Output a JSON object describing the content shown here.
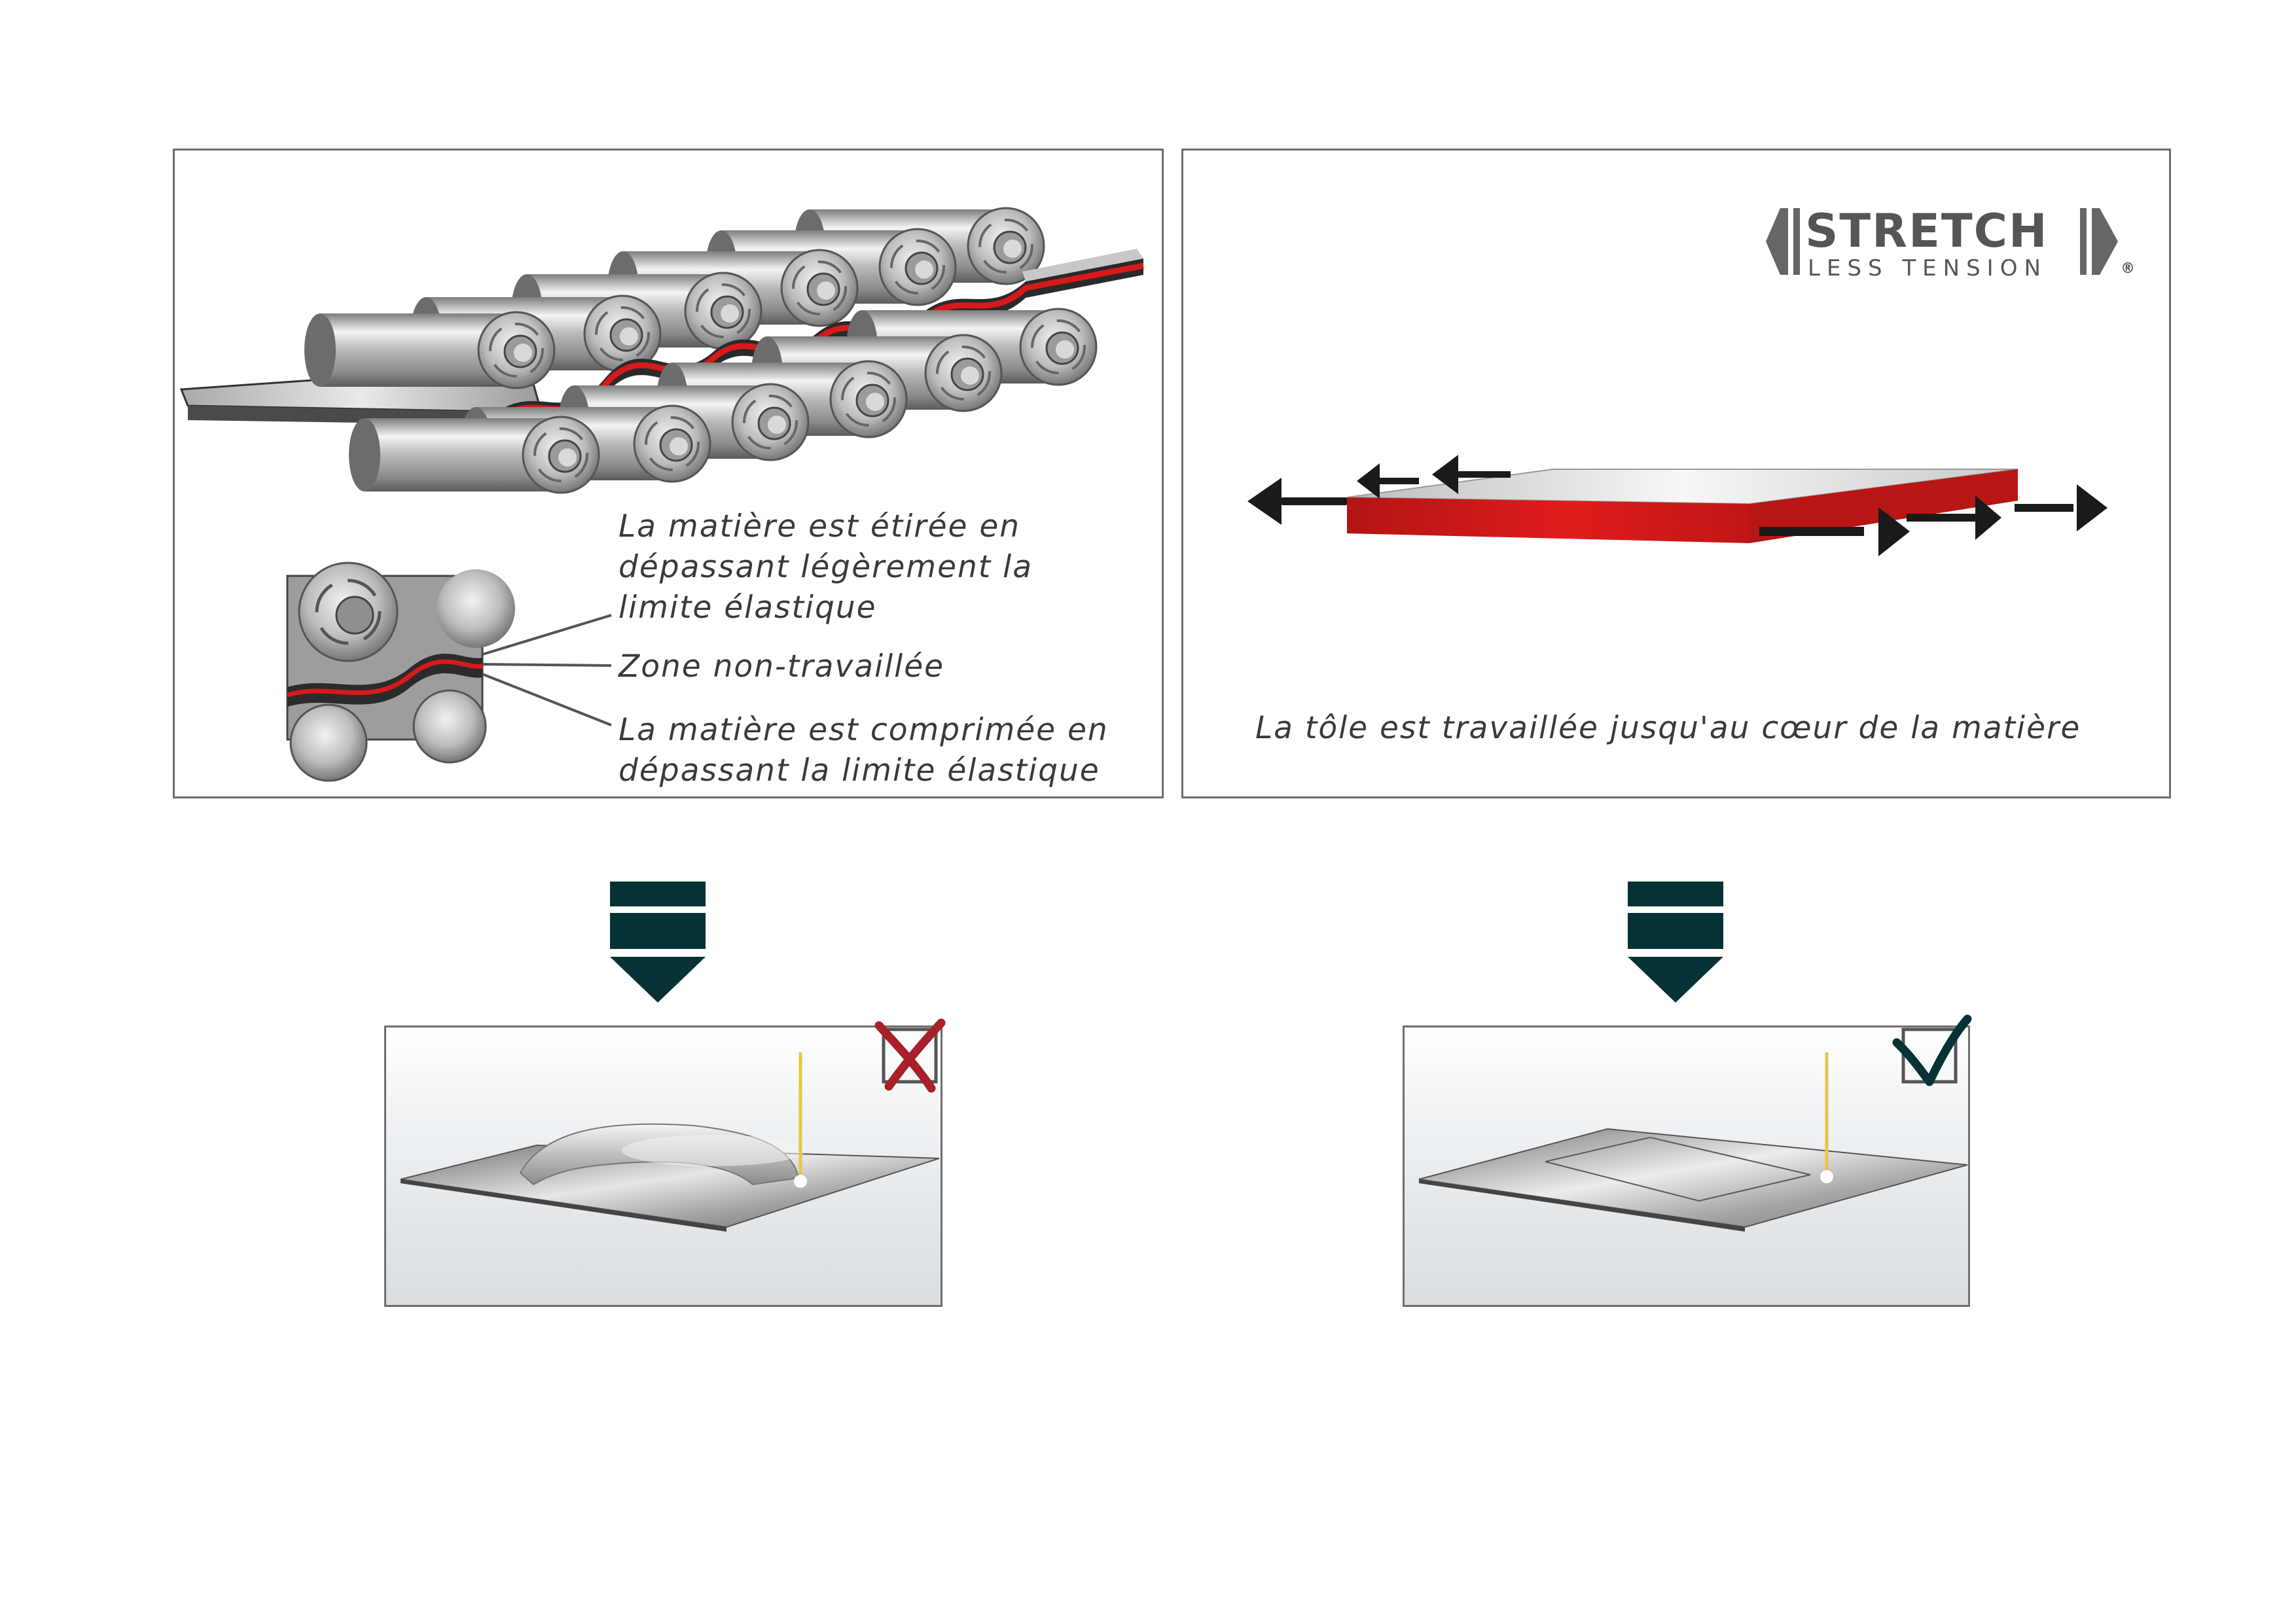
{
  "left_panel": {
    "label_top": [
      "La matière est étirée en",
      "dépassant légèrement la",
      "limite élastique"
    ],
    "label_mid": "Zone non-travaillée",
    "label_bottom": [
      "La matière est comprimée en",
      "dépassant la limite élastique"
    ]
  },
  "right_panel": {
    "logo": {
      "main": "STRETCH",
      "sub": "LESS TENSION",
      "mark": "®"
    },
    "caption": "La tôle est travaillée jusqu'au cœur de la matière"
  },
  "colors": {
    "arrow": "#063236",
    "sheet_red": "#d81919",
    "cross": "#a8202a",
    "check": "#063236",
    "border": "#6e6e6e"
  },
  "results": {
    "left": {
      "status_icon": "cross-icon"
    },
    "right": {
      "status_icon": "check-icon"
    }
  }
}
